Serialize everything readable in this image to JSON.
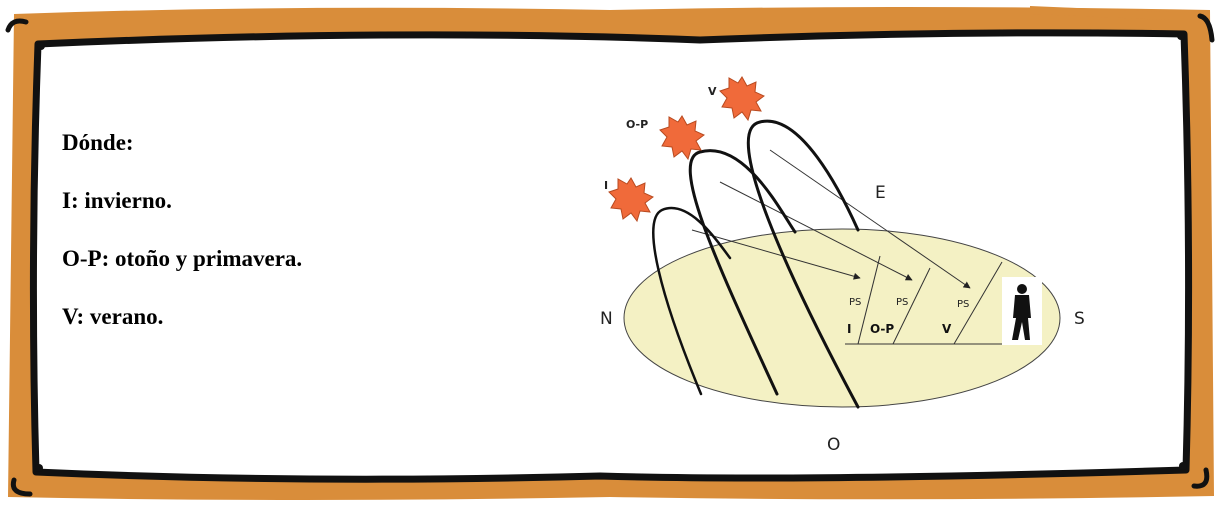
{
  "legend": {
    "heading": "Dónde:",
    "items": [
      "I: invierno.",
      "O-P: otoño y primavera.",
      "V: verano."
    ]
  },
  "diagram": {
    "compass": {
      "north": "N",
      "south": "S",
      "east": "E",
      "west": "O"
    },
    "suns": [
      {
        "label": "I",
        "color": "#f06a3a"
      },
      {
        "label": "O-P",
        "color": "#f06a3a"
      },
      {
        "label": "V",
        "color": "#f06a3a"
      }
    ],
    "shadow_label": "PS",
    "season_labels": [
      "I",
      "O-P",
      "V"
    ]
  },
  "colors": {
    "frame_orange": "#d98d3a",
    "frame_border": "#111111",
    "ground_ellipse": "#f4f1c4",
    "sun_fill": "#f06a3a"
  }
}
